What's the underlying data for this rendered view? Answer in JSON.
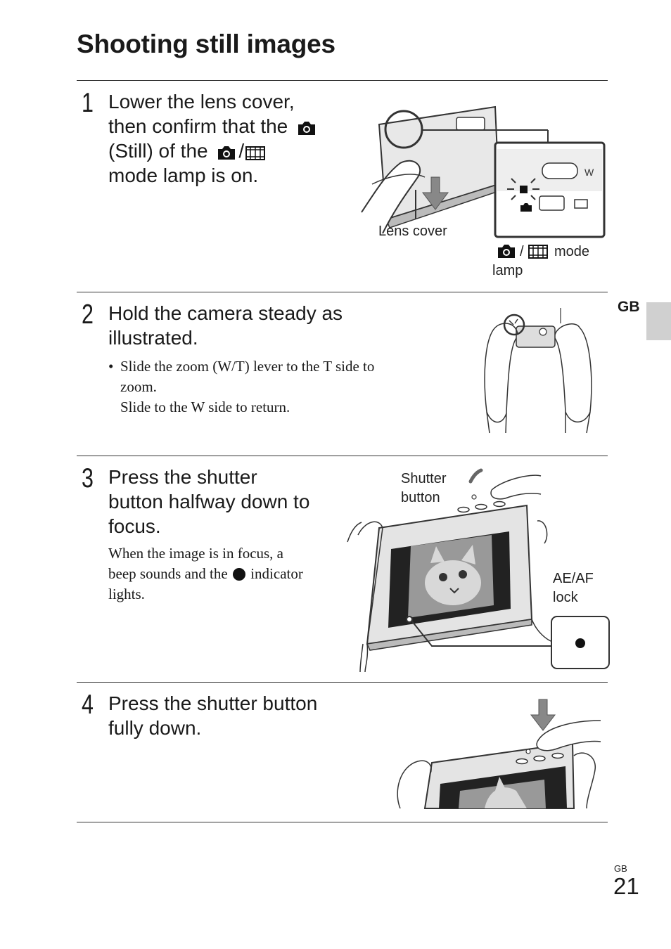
{
  "page": {
    "title": "Shooting still images",
    "side_tab": "GB",
    "footer_region": "GB",
    "page_number": "21"
  },
  "steps": [
    {
      "number": "1",
      "heading_lines": [
        "Lower the lens cover,",
        "then confirm that the",
        "(Still) of the",
        "mode lamp is on."
      ],
      "labels": {
        "lens_cover": "Lens cover",
        "mode": "mode",
        "lamp": "lamp"
      }
    },
    {
      "number": "2",
      "heading_lines": [
        "Hold the camera steady as",
        "illustrated."
      ],
      "bullet": "•",
      "bullet_lines": [
        "Slide the zoom (W/T) lever to the T side to",
        "zoom.",
        "Slide to the W side to return."
      ]
    },
    {
      "number": "3",
      "heading_lines": [
        "Press the shutter",
        "button halfway down to",
        "focus."
      ],
      "body_lines": [
        "When the image is in focus, a",
        "beep sounds and the",
        "indicator",
        "lights."
      ],
      "labels": {
        "shutter_1": "Shutter",
        "shutter_2": "button",
        "aeaf_1": "AE/AF",
        "aeaf_2": "lock"
      }
    },
    {
      "number": "4",
      "heading_lines": [
        "Press the shutter button",
        "fully down."
      ]
    }
  ],
  "icons": {
    "still": "camera-icon",
    "movie": "film-icon",
    "focus_indicator": "filled-circle-icon"
  },
  "colors": {
    "text": "#1a1a1a",
    "tab_gray": "#d0d0d0",
    "rule": "#333333"
  }
}
